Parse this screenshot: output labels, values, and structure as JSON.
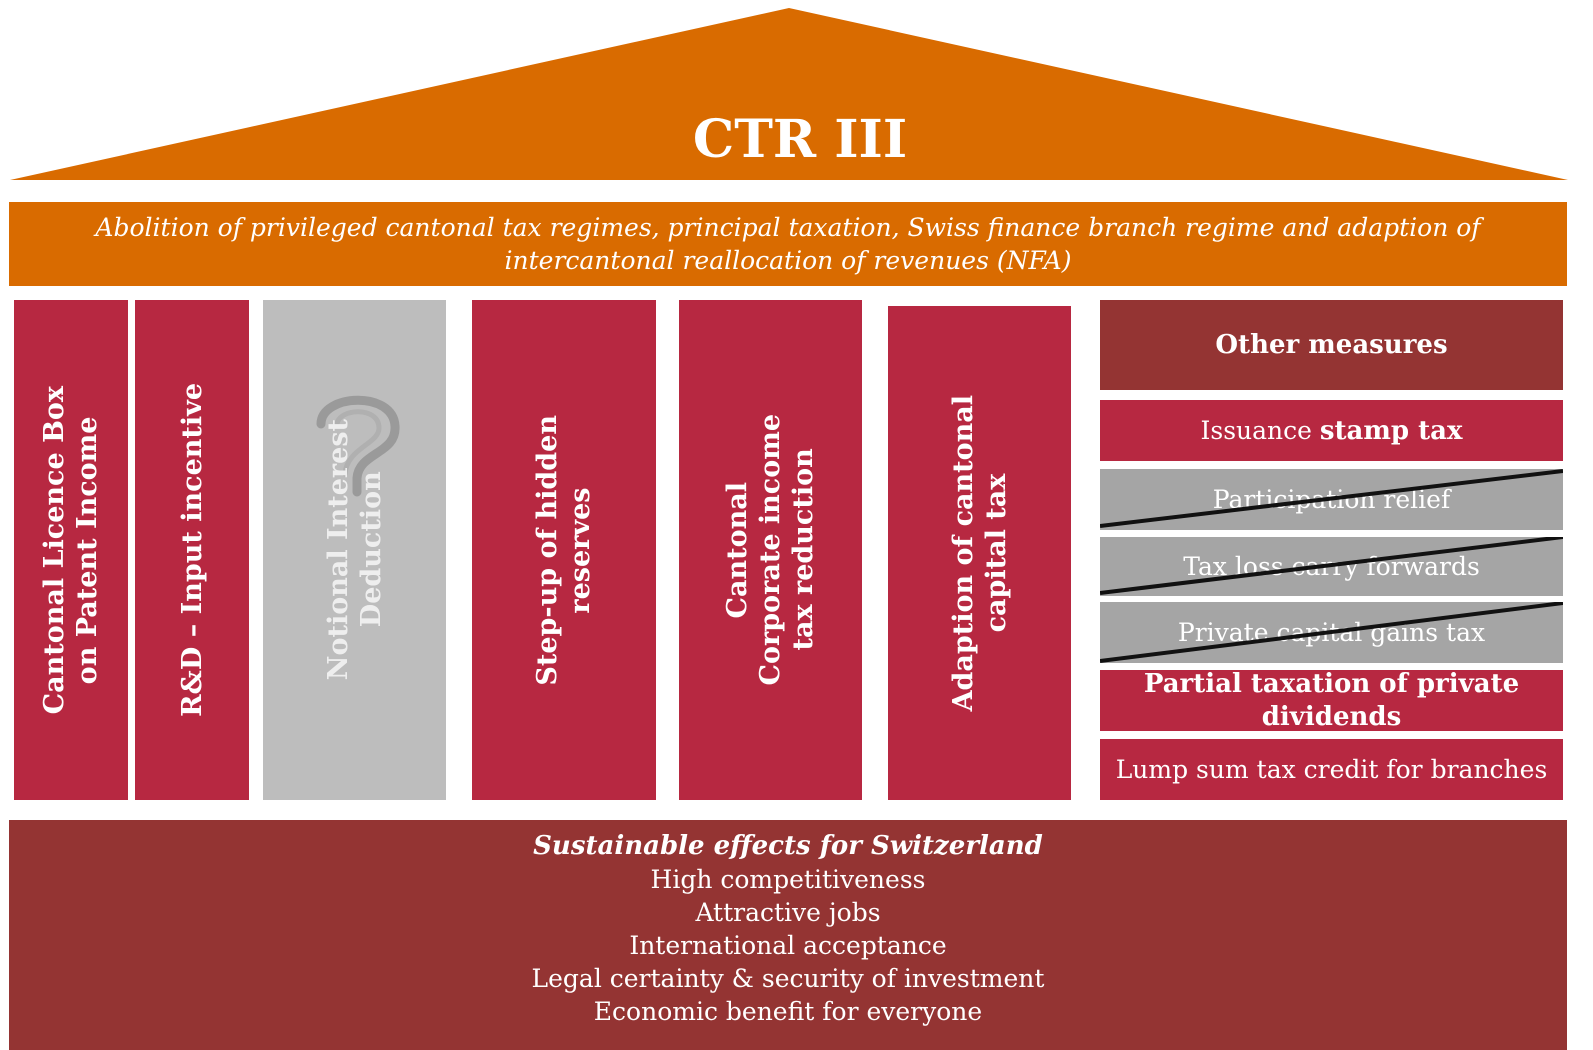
{
  "roof": {
    "title": "CTR III"
  },
  "beam": {
    "text": "Abolition of privileged cantonal tax regimes, principal taxation, Swiss finance branch regime and adaption of intercantonal reallocation of revenues (NFA)"
  },
  "pillars": [
    {
      "label": "Cantonal Licence Box\non Patent Income",
      "status": "active"
    },
    {
      "label": "R&D – Input incentive",
      "status": "active"
    },
    {
      "label": "Notional Interest\nDeduction",
      "status": "uncertain"
    },
    {
      "label": "Step-up of hidden\nreserves",
      "status": "active"
    },
    {
      "label": "Cantonal\nCorporate income\ntax reduction",
      "status": "active"
    },
    {
      "label": "Adaption of cantonal\ncapital tax",
      "status": "active"
    }
  ],
  "other_measures": {
    "title": "Other measures",
    "items": [
      {
        "prefix": "Issuance ",
        "bold": "stamp tax",
        "status": "active"
      },
      {
        "text": "Participation relief",
        "status": "removed"
      },
      {
        "text": "Tax loss carry forwards",
        "status": "removed"
      },
      {
        "text": "Private capital gains tax",
        "status": "removed"
      },
      {
        "text": "Partial taxation of private dividends",
        "status": "active"
      },
      {
        "text": "Lump sum tax credit for branches",
        "status": "active"
      }
    ]
  },
  "foundation": {
    "title": "Sustainable effects for Switzerland",
    "lines": [
      "High competitiveness",
      "Attractive jobs",
      "International acceptance",
      "Legal certainty & security of investment",
      "Economic benefit for everyone"
    ]
  },
  "colors": {
    "orange": "#d96b00",
    "red": "#b72841",
    "dark_red": "#943433",
    "grey": "#bdbdbd",
    "dark_grey": "#a5a5a5"
  }
}
